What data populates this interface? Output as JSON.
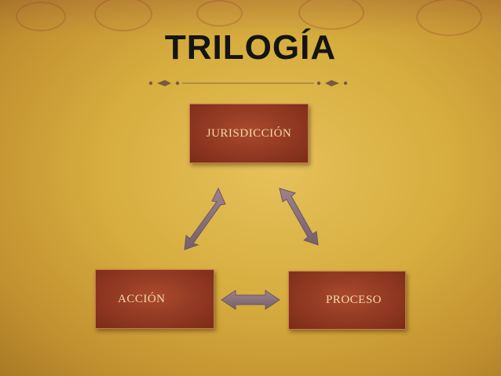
{
  "slide": {
    "title": "TRILOGÍA",
    "nodes": {
      "jurisdiccion": "JURISDICCIÓN",
      "accion": "ACCIÓN",
      "proceso": "PROCESO"
    },
    "connections": [
      {
        "from": "jurisdiccion",
        "to": "accion",
        "type": "double-arrow"
      },
      {
        "from": "jurisdiccion",
        "to": "proceso",
        "type": "double-arrow"
      },
      {
        "from": "accion",
        "to": "proceso",
        "type": "double-arrow"
      }
    ],
    "colors": {
      "background": "#d6ad3e",
      "node_fill": "#8f3721",
      "node_text": "#f4d9a6",
      "arrow_fill": "#8a7078",
      "title": "#141414"
    },
    "icons": {
      "divider": "ornamental-divider-icon",
      "arrows": "double-headed-arrow"
    }
  }
}
